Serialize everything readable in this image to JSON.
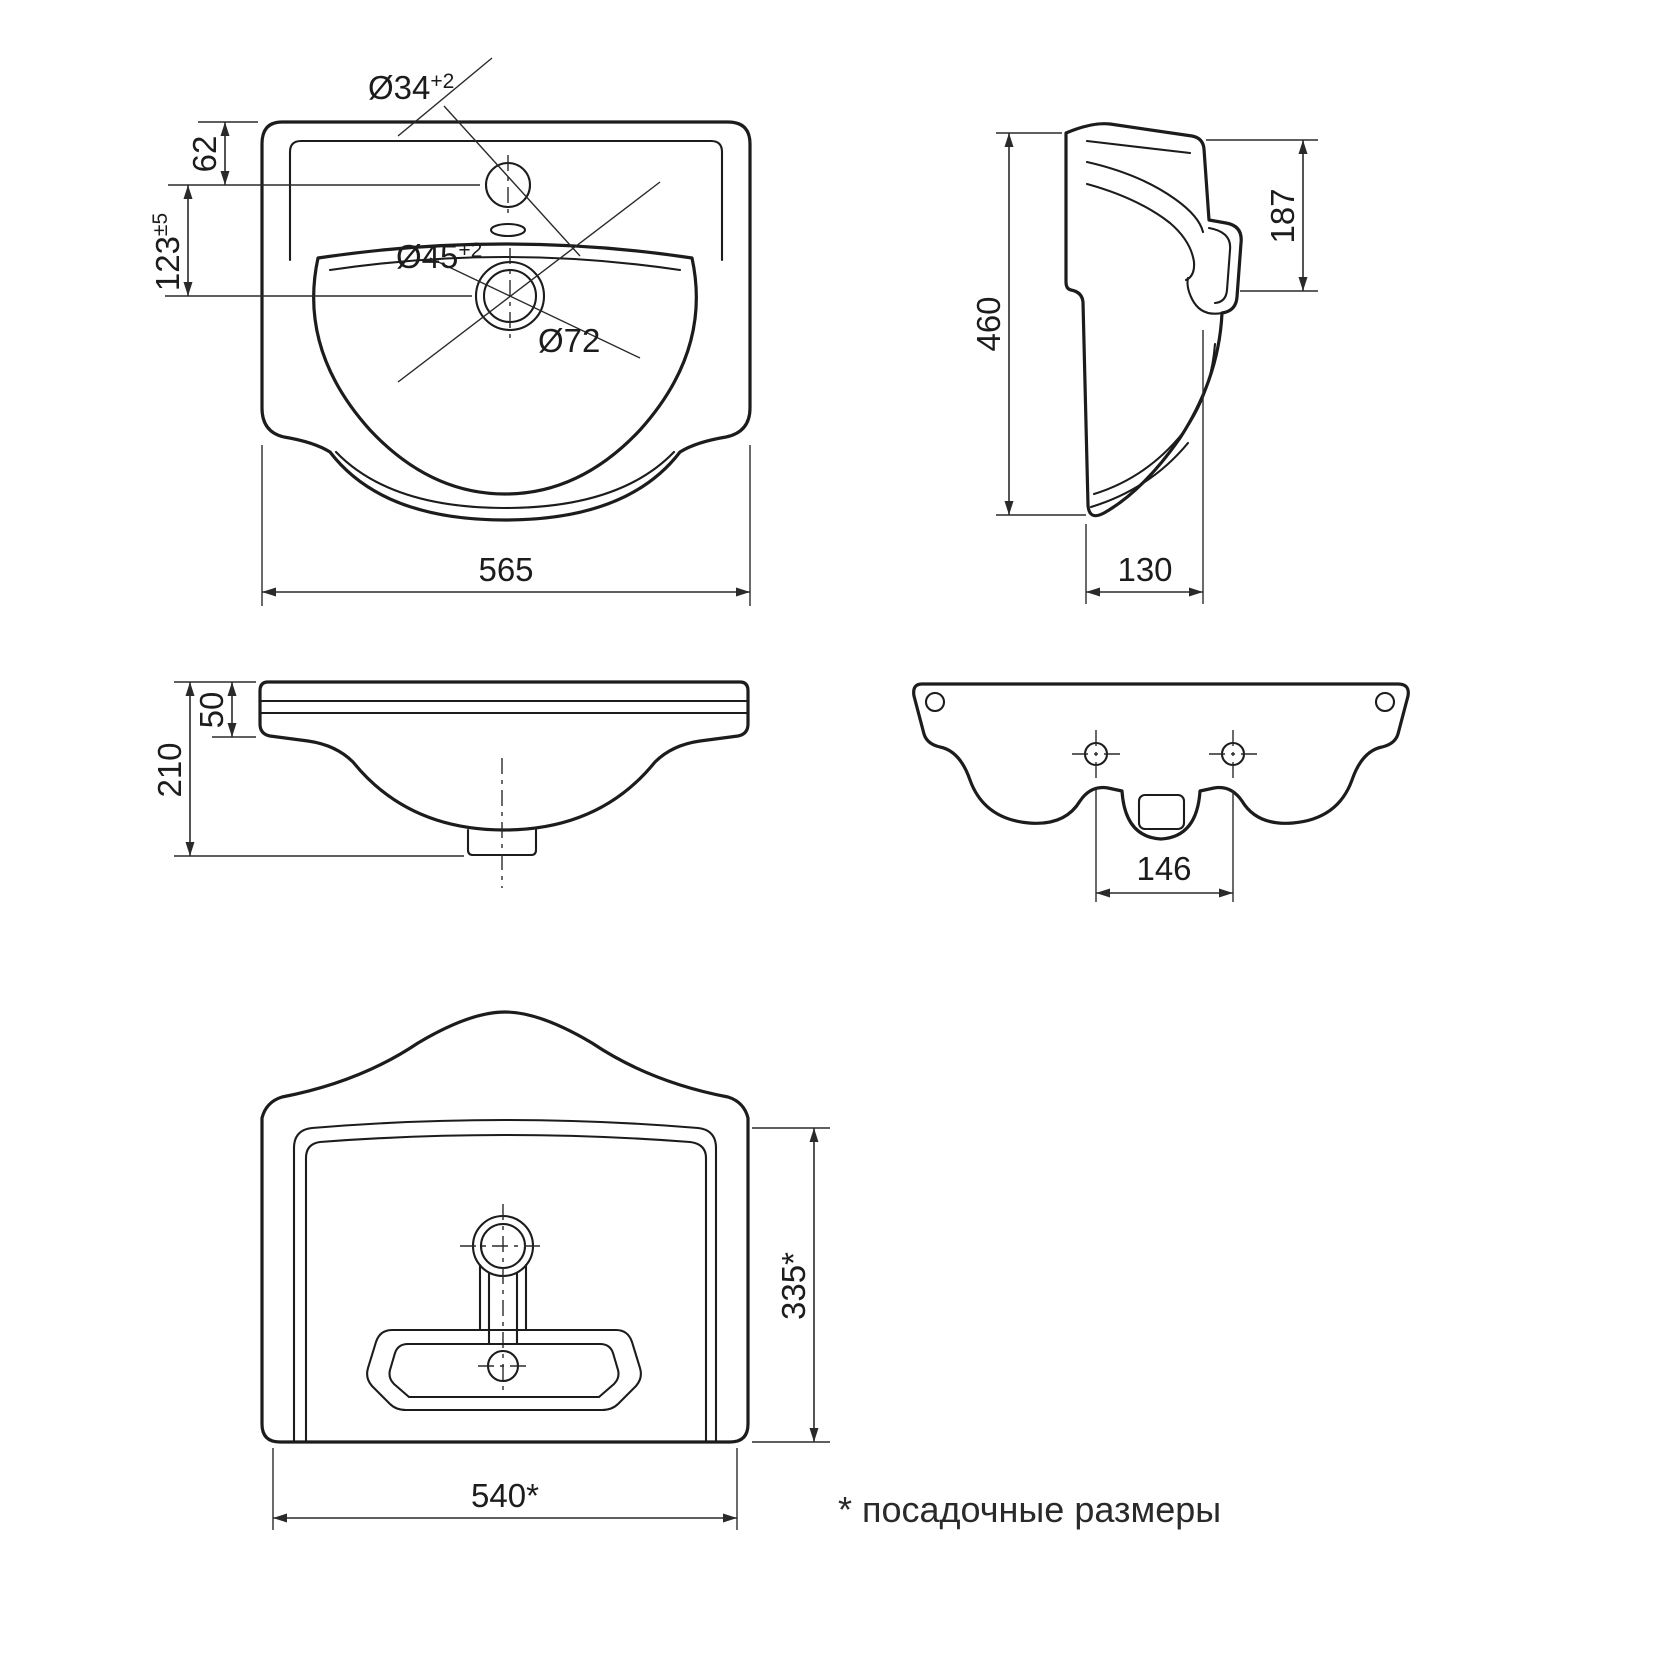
{
  "footnote": "* посадочные размеры",
  "dims": {
    "top": {
      "faucet_hole_dia": "Ø34",
      "faucet_hole_tol": "+2",
      "edge_to_hole": "62",
      "hole_to_drain": "123",
      "hole_to_drain_tol": "±5",
      "drain_dia": "Ø45",
      "drain_dia_tol": "+2",
      "drain_outer_dia": "Ø72",
      "overall_width": "565"
    },
    "side": {
      "spout_height": "187",
      "overall_height": "460",
      "depth": "130"
    },
    "front": {
      "rim_height": "50",
      "overall_height": "210"
    },
    "back": {
      "hole_spacing": "146"
    },
    "bottom": {
      "mount_depth": "335*",
      "mount_width": "540*"
    }
  }
}
